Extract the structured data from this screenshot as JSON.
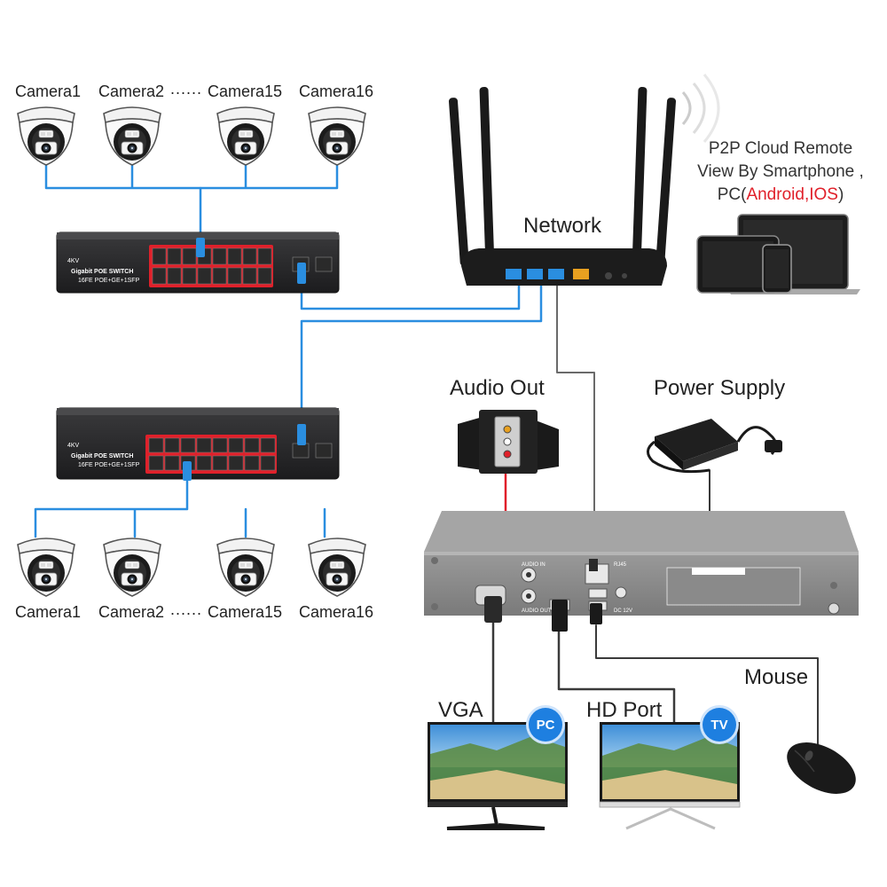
{
  "top_cameras": {
    "labels": [
      "Camera1",
      "Camera2",
      "Camera15",
      "Camera16"
    ],
    "dots": "......"
  },
  "bottom_cameras": {
    "labels": [
      "Camera1",
      "Camera2",
      "Camera15",
      "Camera16"
    ],
    "dots": "......"
  },
  "switches": [
    {
      "brand": "4KV",
      "title": "Gigabit POE SWITCH",
      "subtitle": "16FE POE+GE+1SFP"
    },
    {
      "brand": "4KV",
      "title": "Gigabit POE SWITCH",
      "subtitle": "16FE POE+GE+1SFP"
    }
  ],
  "router": {
    "label": "Network"
  },
  "p2p": {
    "line1": "P2P Cloud Remote",
    "line2": "View By Smartphone ,",
    "line3_prefix": "PC(",
    "line3_android": "Android",
    "line3_sep": ",",
    "line3_ios": "IOS",
    "line3_suffix": ")"
  },
  "audio": {
    "label": "Audio Out"
  },
  "power": {
    "label": "Power Supply"
  },
  "nvr": {
    "rj45": "RJ45",
    "audio_in": "AUDIO IN",
    "audio_out": "AUDIO OUT",
    "dc": "DC 12V"
  },
  "mouse": {
    "label": "Mouse"
  },
  "monitors": [
    {
      "port_label": "VGA",
      "badge": "PC"
    },
    {
      "port_label": "HD Port",
      "badge": "TV"
    }
  ],
  "colors": {
    "cable_blue": "#2a8ee0",
    "cable_black": "#222222",
    "cable_red": "#e0202a",
    "badge_blue": "#1e7fe0",
    "accent_red": "#e0202a"
  }
}
